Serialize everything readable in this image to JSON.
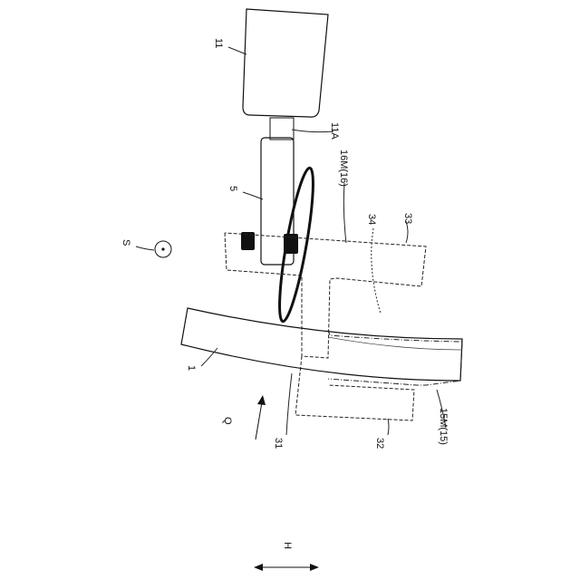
{
  "labels": {
    "unit_11": "11",
    "shaft_11a": "11A",
    "tool_5": "5",
    "ref_16m": "16M(16)",
    "region_34": "34",
    "region_33": "33",
    "point_s": "S",
    "workpiece_1": "1",
    "direction_q": "Q",
    "region_31": "31",
    "region_32": "32",
    "ref_15m": "15M(15)",
    "axis_h": "H"
  }
}
